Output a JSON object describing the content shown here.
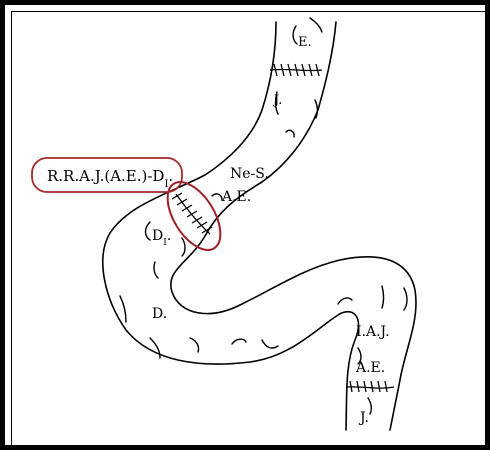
{
  "labels": {
    "e": "E.",
    "j_top": "J.",
    "ne_s": "Ne-S.",
    "ae_mid": "A.E.",
    "d1_base": "D",
    "d1_sub": "I",
    "d1_dot": ".",
    "d": "D.",
    "iaj": "I.A.J.",
    "ae_low": "A.E.",
    "j_bottom": "J."
  },
  "callout": {
    "base": "R.R.A.J.(A.E.)-D",
    "sub": "I",
    "dot": "."
  },
  "colors": {
    "ink": "#000000",
    "callout": "#a52a2a",
    "highlight": "#a0202a"
  }
}
